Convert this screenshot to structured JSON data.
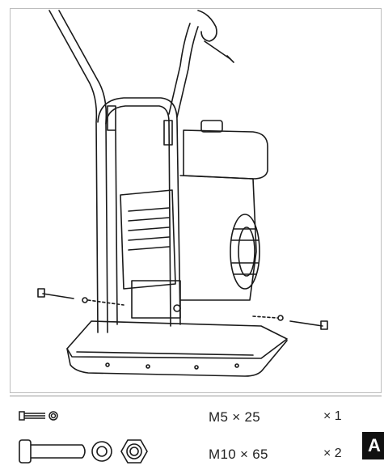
{
  "parts": [
    {
      "spec": "M5 × 25",
      "qty": "× 1",
      "icon": "small-bolt-washer-icon"
    },
    {
      "spec": "M10 × 65",
      "qty": "× 2",
      "icon": "large-bolt-washer-nut-icon"
    }
  ],
  "badge": "A",
  "colors": {
    "ink": "#1a1a1a",
    "badge_bg": "#111111",
    "border": "#bdbdbd"
  }
}
